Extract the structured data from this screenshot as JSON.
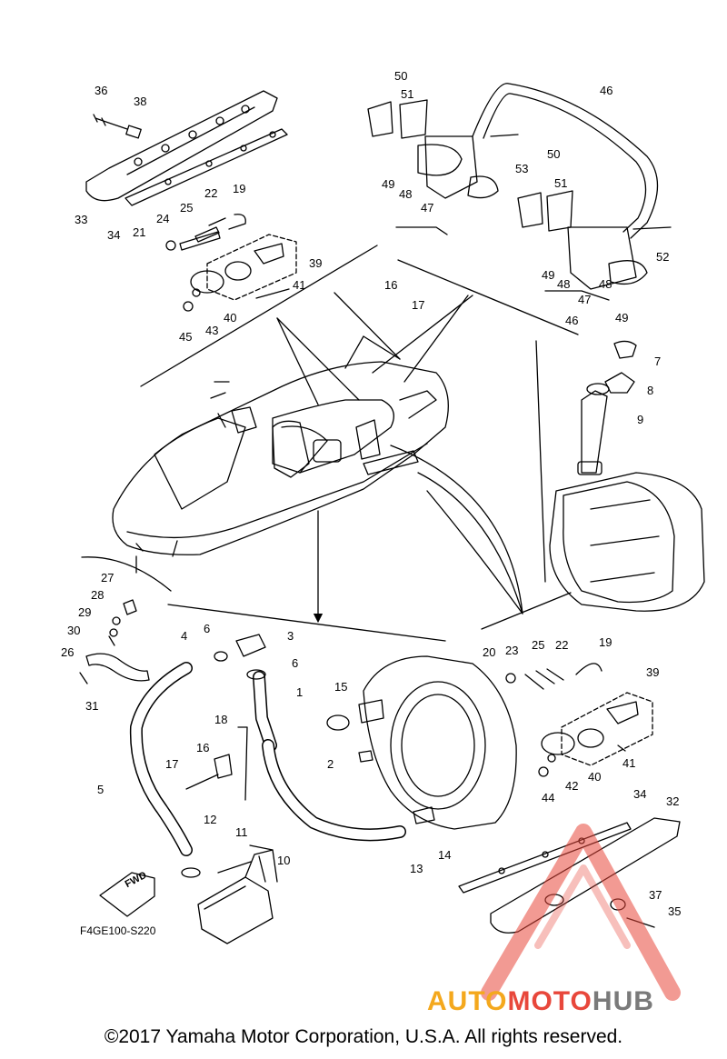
{
  "diagram": {
    "drawing_code": "F4GE100-S220",
    "fwd_label": "FWD",
    "copyright": "©2017 Yamaha Motor Corporation, U.S.A. All rights reserved.",
    "part_numbers": [
      "36",
      "38",
      "33",
      "34",
      "21",
      "24",
      "25",
      "22",
      "19",
      "39",
      "40",
      "41",
      "43",
      "45",
      "16",
      "17",
      "50",
      "51",
      "46",
      "53",
      "49",
      "48",
      "47",
      "50",
      "51",
      "52",
      "49",
      "48",
      "47",
      "46",
      "48",
      "49",
      "7",
      "8",
      "9",
      "27",
      "28",
      "29",
      "30",
      "26",
      "31",
      "4",
      "6",
      "3",
      "6",
      "1",
      "18",
      "16",
      "17",
      "5",
      "15",
      "2",
      "12",
      "11",
      "10",
      "13",
      "14",
      "20",
      "23",
      "25",
      "22",
      "19",
      "39",
      "41",
      "40",
      "42",
      "44",
      "34",
      "32",
      "37",
      "35"
    ]
  },
  "watermark": {
    "part1": "AUTO",
    "part2": "MOTO",
    "part3": "HUB",
    "color1": "#f4a81d",
    "color2": "#e8473b",
    "color3": "#7a7a7a"
  }
}
